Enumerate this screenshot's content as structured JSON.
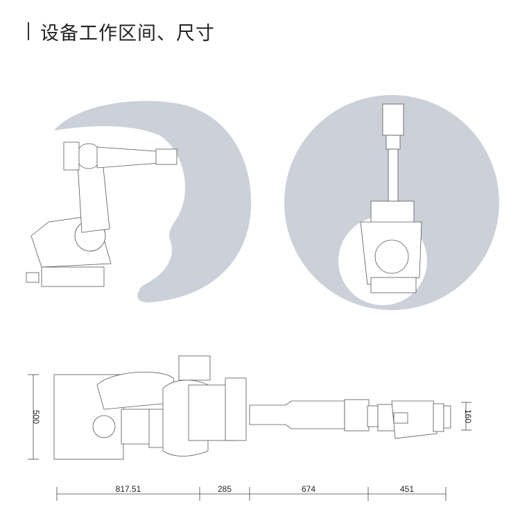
{
  "header": {
    "title": "设备工作区间、尺寸"
  },
  "colors": {
    "workspace": "#cbd0d9",
    "line": "#444444"
  },
  "dimensions": {
    "height": "500",
    "wrist": "160",
    "segments": [
      "817.51",
      "285",
      "674",
      "451"
    ]
  }
}
